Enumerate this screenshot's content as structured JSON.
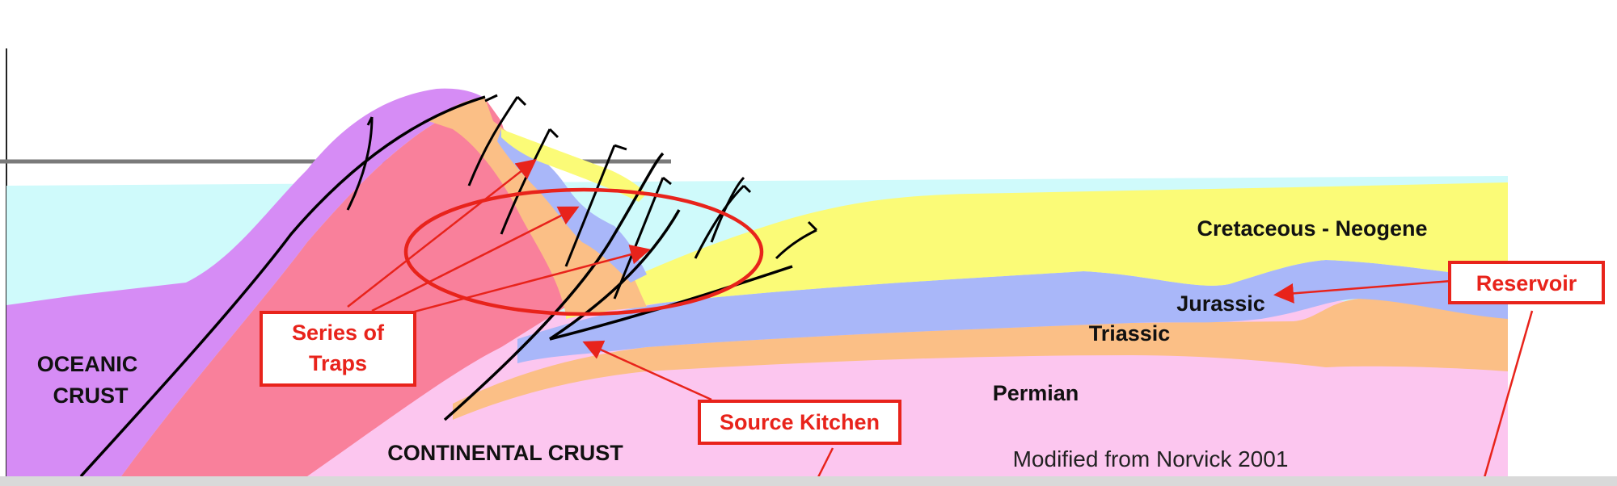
{
  "labels": {
    "oceanic_crust_1": "OCEANIC",
    "oceanic_crust_2": "CRUST",
    "continental_crust": "CONTINENTAL CRUST",
    "cretaceous_neogene": "Cretaceous - Neogene",
    "jurassic": "Jurassic",
    "triassic": "Triassic",
    "permian": "Permian",
    "credit": "Modified from Norvick 2001"
  },
  "callouts": {
    "series_of_traps_1": "Series of",
    "series_of_traps_2": "Traps",
    "source_kitchen": "Source Kitchen",
    "reservoir": "Reservoir"
  },
  "colors": {
    "sea": "#cffafb",
    "oceanic_crust": "#d68cf5",
    "continental_crust": "#fcc6ef",
    "basement_pink": "#f9809b",
    "cretaceous_neogene": "#fbfb77",
    "jurassic": "#a9b7f9",
    "triassic": "#fbbf86",
    "annotation_red": "#e8231b"
  }
}
